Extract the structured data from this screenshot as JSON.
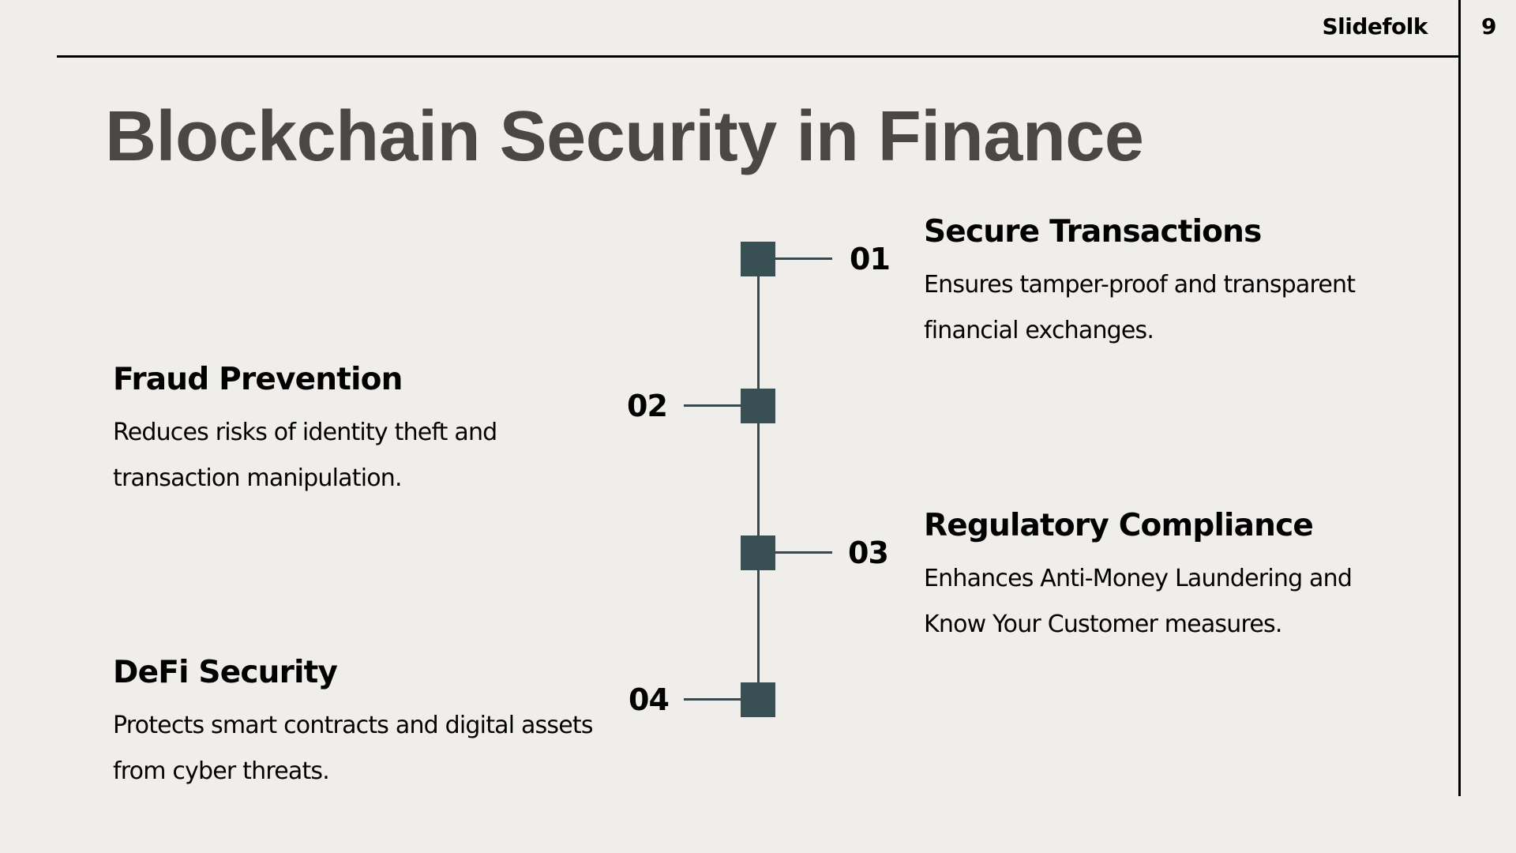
{
  "header": {
    "brand": "Slidefolk",
    "page_number": "9"
  },
  "slide": {
    "title": "Blockchain Security in Finance"
  },
  "timeline": {
    "accent_color": "#384f54",
    "items": [
      {
        "number": "01",
        "heading": "Secure Transactions",
        "description": "Ensures tamper-proof and transparent financial exchanges.",
        "side": "right"
      },
      {
        "number": "02",
        "heading": "Fraud Prevention",
        "description": "Reduces risks of identity theft and transaction manipulation.",
        "side": "left"
      },
      {
        "number": "03",
        "heading": "Regulatory Compliance",
        "description": "Enhances Anti-Money Laundering and Know Your Customer measures.",
        "side": "right"
      },
      {
        "number": "04",
        "heading": "DeFi Security",
        "description": "Protects smart contracts and digital assets from cyber threats.",
        "side": "left"
      }
    ]
  }
}
